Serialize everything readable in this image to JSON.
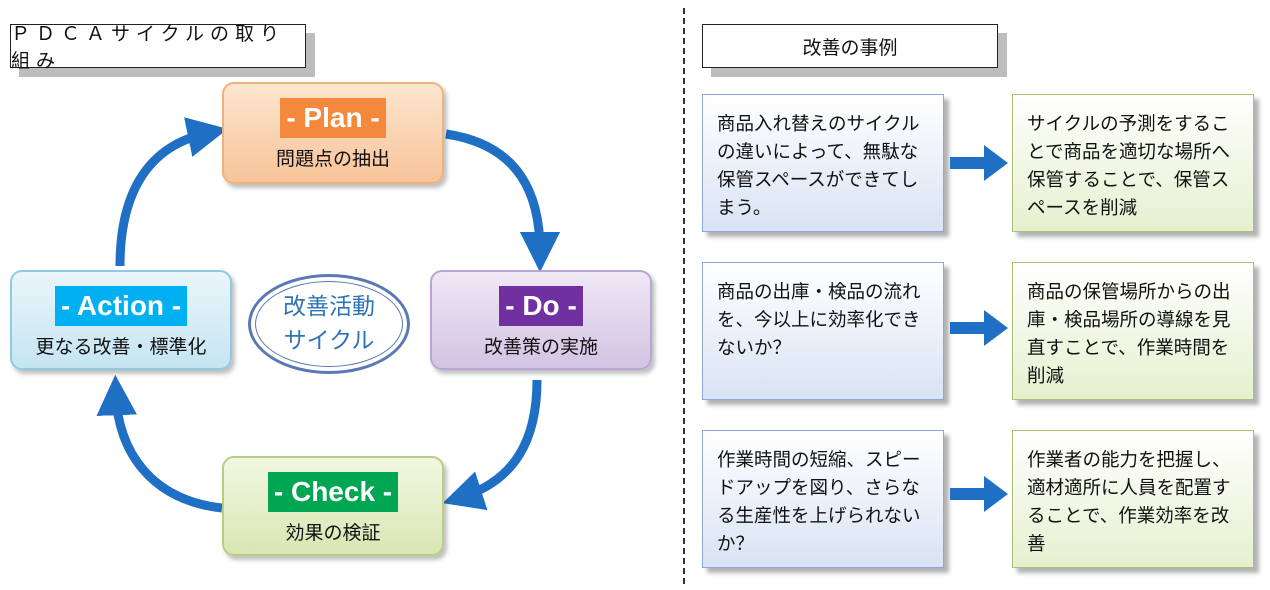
{
  "left": {
    "title": "ＰＤＣＡサイクルの取り組み",
    "plan": {
      "label": "- Plan -",
      "desc": "問題点の抽出",
      "label_color": "#f4883c"
    },
    "do": {
      "label": "- Do -",
      "desc": "改善策の実施",
      "label_color": "#7030a0"
    },
    "check": {
      "label": "- Check -",
      "desc": "効果の検証",
      "label_color": "#00a651"
    },
    "action": {
      "label": "- Action -",
      "desc": "更なる改善・標準化",
      "label_color": "#00b0f0"
    },
    "center": {
      "line1": "改善活動",
      "line2": "サイクル"
    },
    "arrow_color": "#1f6fc4"
  },
  "right": {
    "title": "改善の事例",
    "cases": [
      {
        "problem": "商品入れ替えのサイクルの違いによって、無駄な保管スペースができてしまう。",
        "solution": "サイクルの予測をすることで商品を適切な場所へ保管することで、保管スペースを削減"
      },
      {
        "problem": "商品の出庫・検品の流れを、今以上に効率化できないか？",
        "solution": "商品の保管場所からの出庫・検品場所の導線を見直すことで、作業時間を削減"
      },
      {
        "problem": "作業時間の短縮、スピードアップを図り、さらなる生産性を上げられないか？",
        "solution": "作業者の能力を把握し、適材適所に人員を配置することで、作業効率を改善"
      }
    ],
    "arrow_color": "#1f6fc4"
  }
}
